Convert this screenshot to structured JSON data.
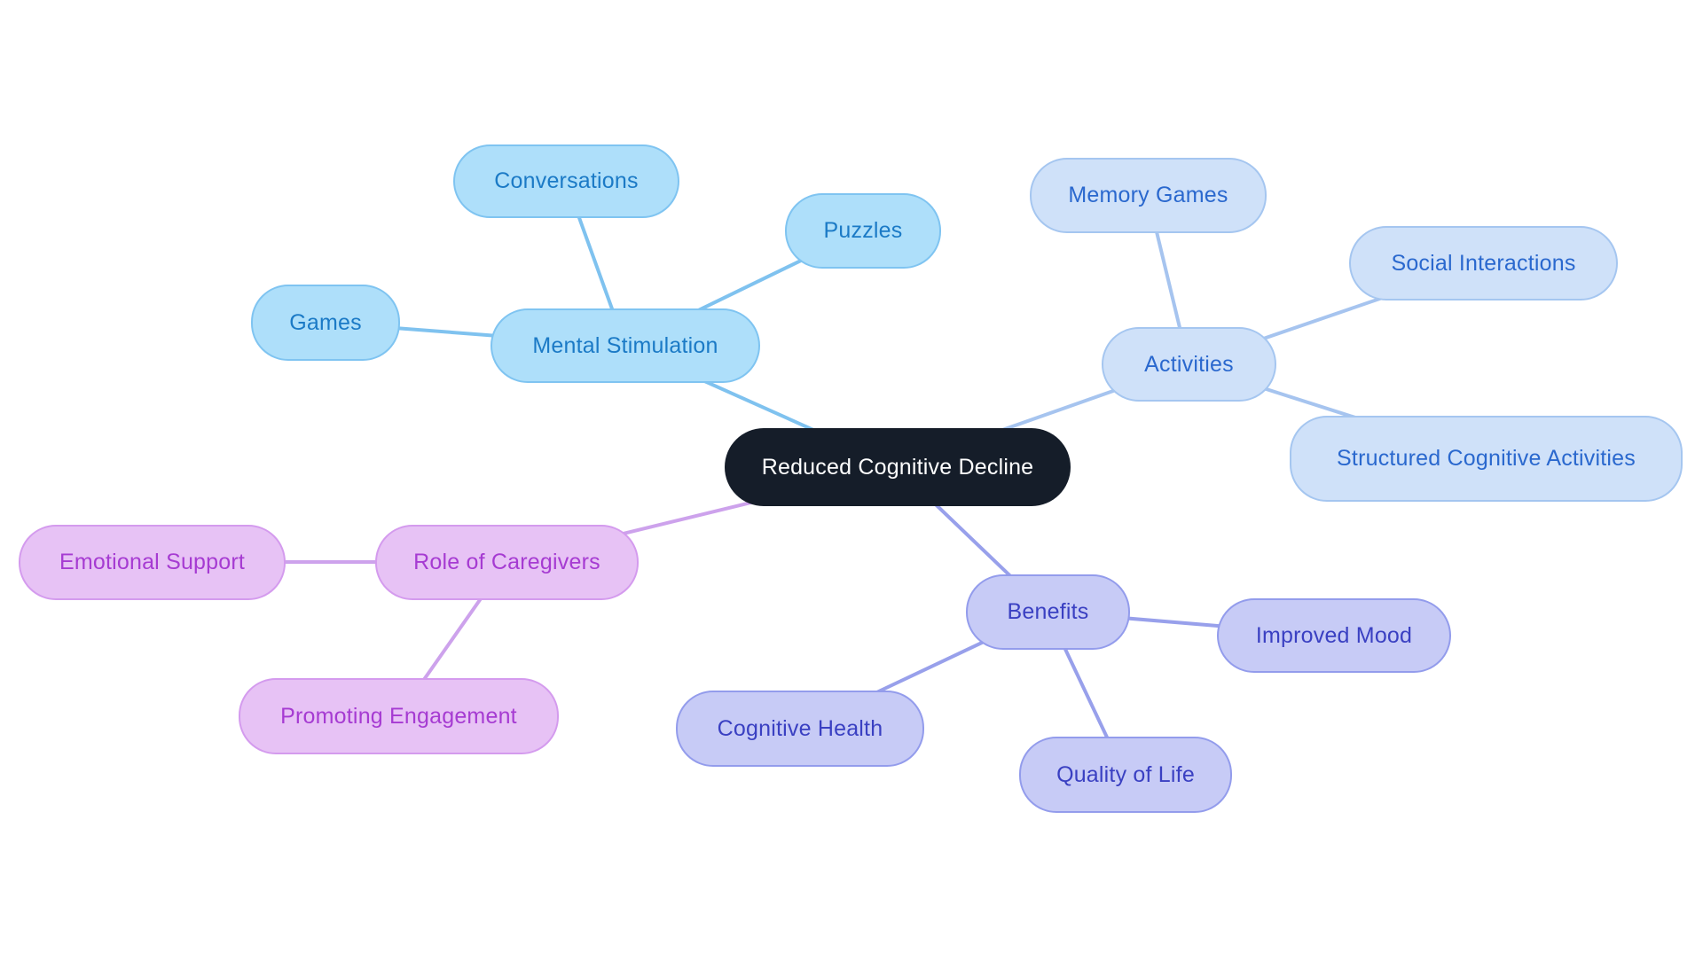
{
  "diagram": {
    "type": "mindmap",
    "background_color": "#ffffff",
    "central": {
      "label": "Reduced Cognitive Decline",
      "fill": "#151d29",
      "text_color": "#ffffff"
    },
    "branches": [
      {
        "id": "mental-stimulation",
        "label": "Mental Stimulation",
        "fill": "#aedffa",
        "border_color": "#7fc4f1",
        "text_color": "#1b7ac6",
        "edge_color": "#7fc2ef",
        "children": [
          {
            "label": "Conversations"
          },
          {
            "label": "Puzzles"
          },
          {
            "label": "Games"
          }
        ]
      },
      {
        "id": "activities",
        "label": "Activities",
        "fill": "#cfe1f9",
        "border_color": "#a5c6f0",
        "text_color": "#2a68ce",
        "edge_color": "#a6c4ef",
        "children": [
          {
            "label": "Memory Games"
          },
          {
            "label": "Social Interactions"
          },
          {
            "label": "Structured Cognitive Activities"
          }
        ]
      },
      {
        "id": "benefits",
        "label": "Benefits",
        "fill": "#c7cbf6",
        "border_color": "#939cec",
        "text_color": "#3a40c2",
        "edge_color": "#98a0eb",
        "children": [
          {
            "label": "Improved Mood"
          },
          {
            "label": "Cognitive Health"
          },
          {
            "label": "Quality of Life"
          }
        ]
      },
      {
        "id": "role-of-caregivers",
        "label": "Role of Caregivers",
        "fill": "#e7c2f5",
        "border_color": "#d49bee",
        "text_color": "#a63bd2",
        "edge_color": "#cda2ec",
        "children": [
          {
            "label": "Emotional Support"
          },
          {
            "label": "Promoting Engagement"
          }
        ]
      }
    ]
  }
}
